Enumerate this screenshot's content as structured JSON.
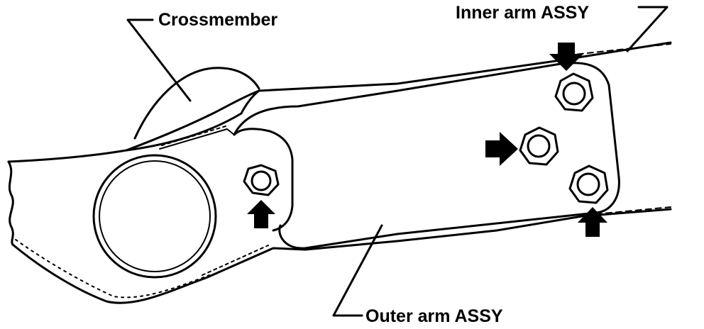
{
  "labels": {
    "crossmember": "Crossmember",
    "inner_arm": "Inner arm ASSY",
    "outer_arm": "Outer arm ASSY"
  },
  "colors": {
    "line": "#000000",
    "background": "#ffffff"
  },
  "icons": {
    "arrow": "filled-arrow",
    "nut": "hex-nut"
  }
}
